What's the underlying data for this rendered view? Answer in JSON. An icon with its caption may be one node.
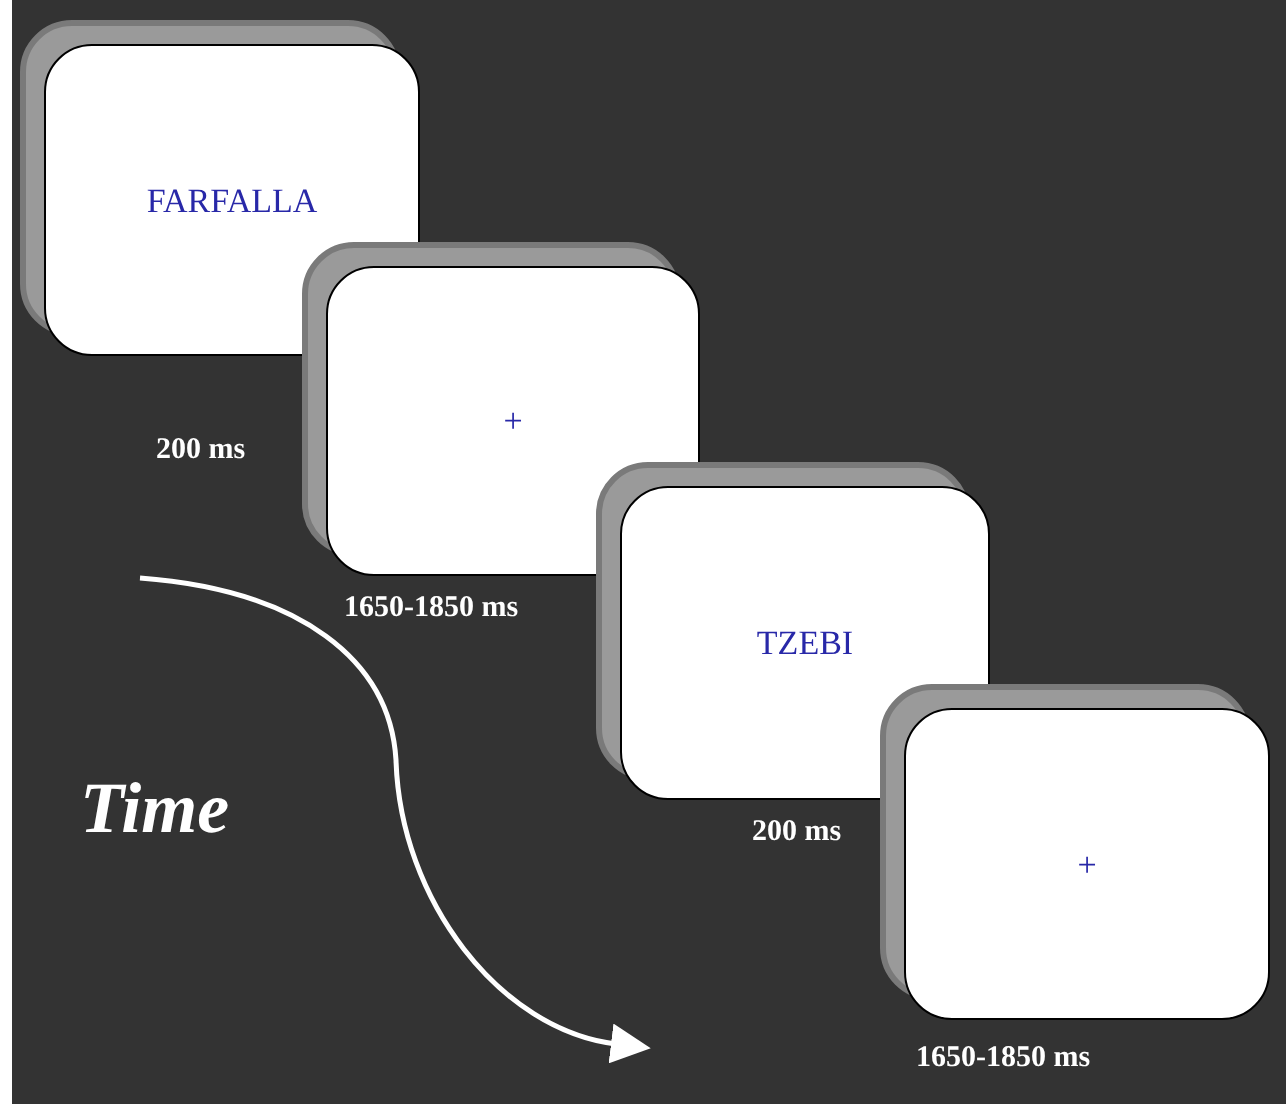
{
  "diagram": {
    "nodes": [
      {
        "text": [
          "FARFALLA"
        ],
        "beside": [
          "200 ms"
        ]
      },
      {
        "text": [
          "+"
        ],
        "beside": [
          "1650-1850 ms"
        ]
      },
      {
        "text": [
          "TZEBI"
        ],
        "beside": [
          "200 ms"
        ]
      },
      {
        "text": [
          "+"
        ],
        "beside": [
          "1650-1850 ms"
        ]
      }
    ],
    "labels": [
      "Time"
    ]
  }
}
